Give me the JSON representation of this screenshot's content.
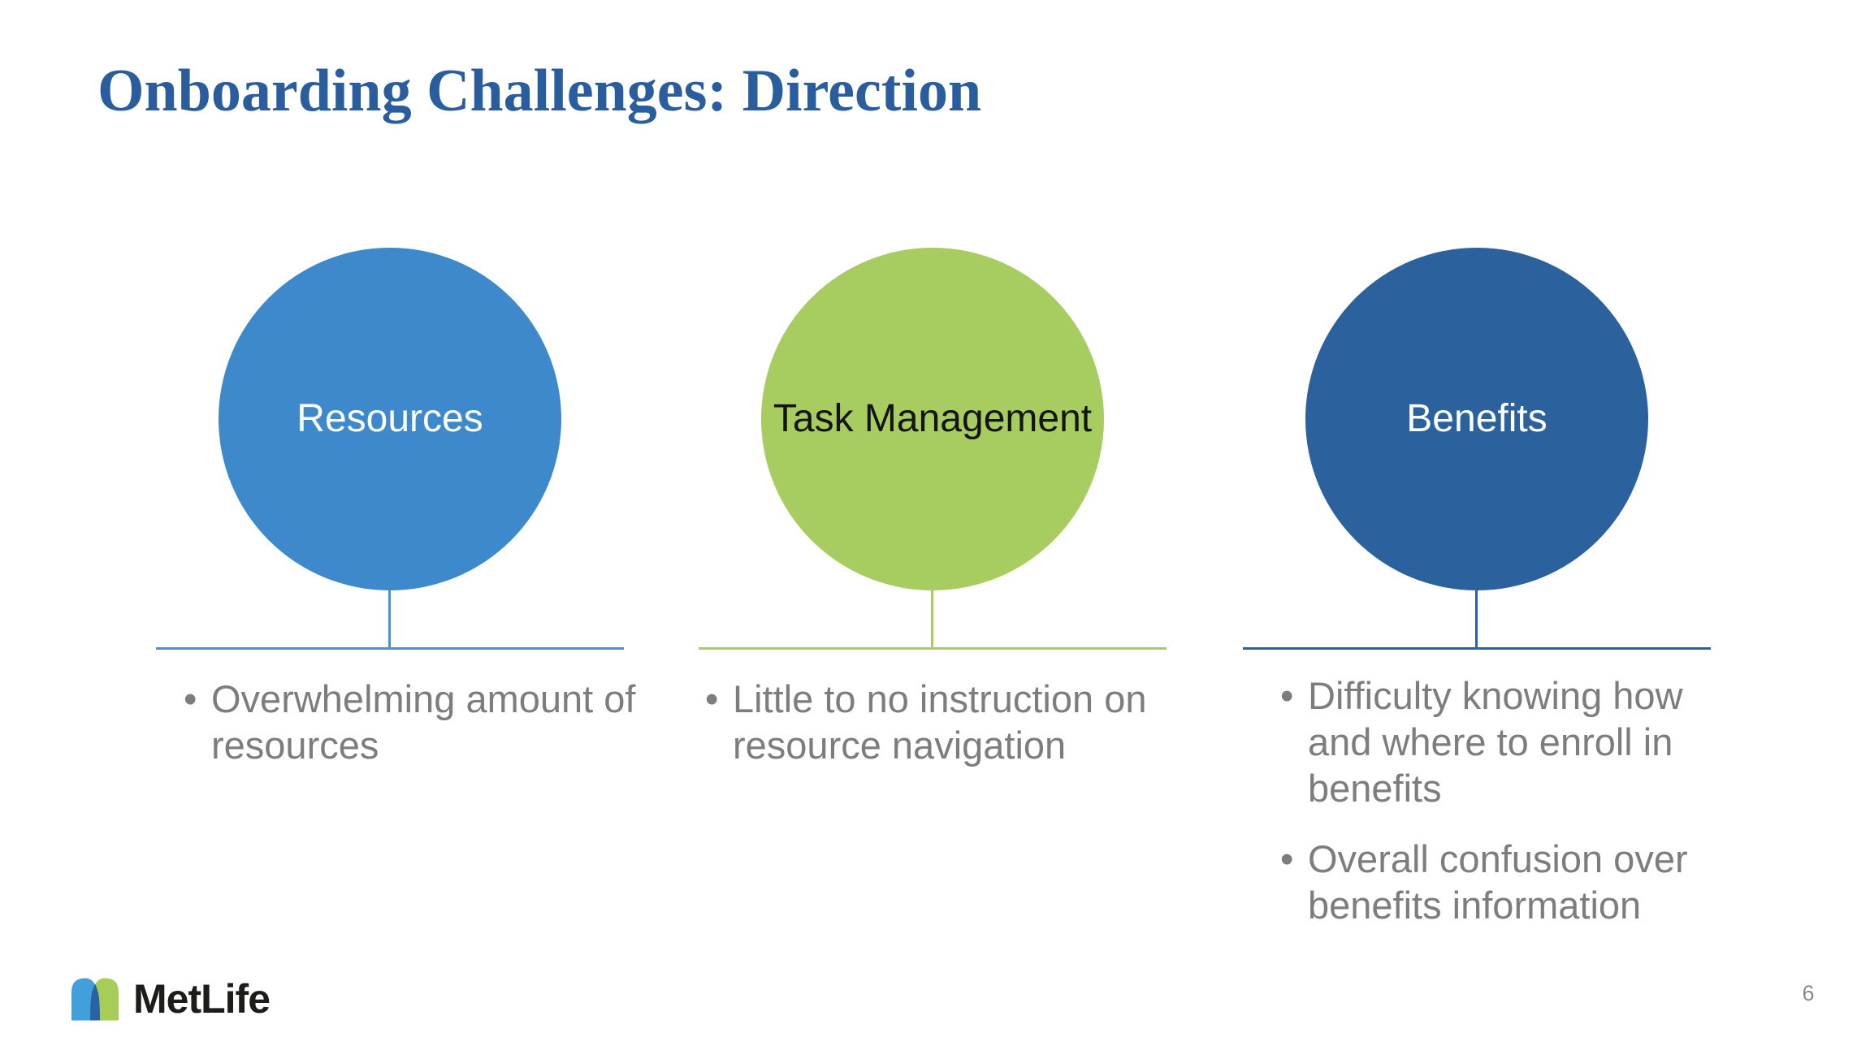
{
  "slide": {
    "title": "Onboarding Challenges: Direction",
    "bullet_char": "•",
    "page_number": "6",
    "logo_text": "MetLife",
    "colors": {
      "title_text": "#2A5D9E",
      "body_text": "#7D7D7D",
      "resources_fill": "#3E89CC",
      "task_management_fill": "#A7CC60",
      "benefits_fill": "#2B629E"
    },
    "columns": [
      {
        "label": "Resources",
        "bullets": [
          "Overwhelming amount of resources"
        ]
      },
      {
        "label": "Task Management",
        "bullets": [
          "Little to no instruction on resource navigation"
        ]
      },
      {
        "label": "Benefits",
        "bullets": [
          "Difficulty knowing how and where to enroll in benefits",
          "Overall confusion over benefits information"
        ]
      }
    ]
  }
}
